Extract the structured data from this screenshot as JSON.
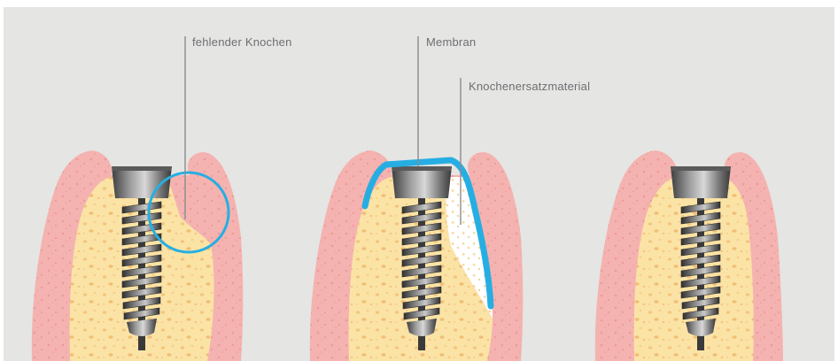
{
  "labels": {
    "missing_bone": "fehlender Knochen",
    "membrane": "Membran",
    "bone_substitute": "Knochenersatzmaterial"
  },
  "colors": {
    "background": "#e5e5e3",
    "gum": "#f4b3b0",
    "gum_speckle": "#ee9a98",
    "bone": "#fbe3a6",
    "bone_speckle": "#f3c57e",
    "implant_dark": "#4a4a4a",
    "implant_light": "#c7c7c7",
    "membrane": "#26aee3",
    "leader_line": "#8a8c8e"
  },
  "icons": [
    "dental-implant-icon",
    "missing-bone-circle-icon",
    "membrane-icon",
    "bone-graft-icon"
  ]
}
